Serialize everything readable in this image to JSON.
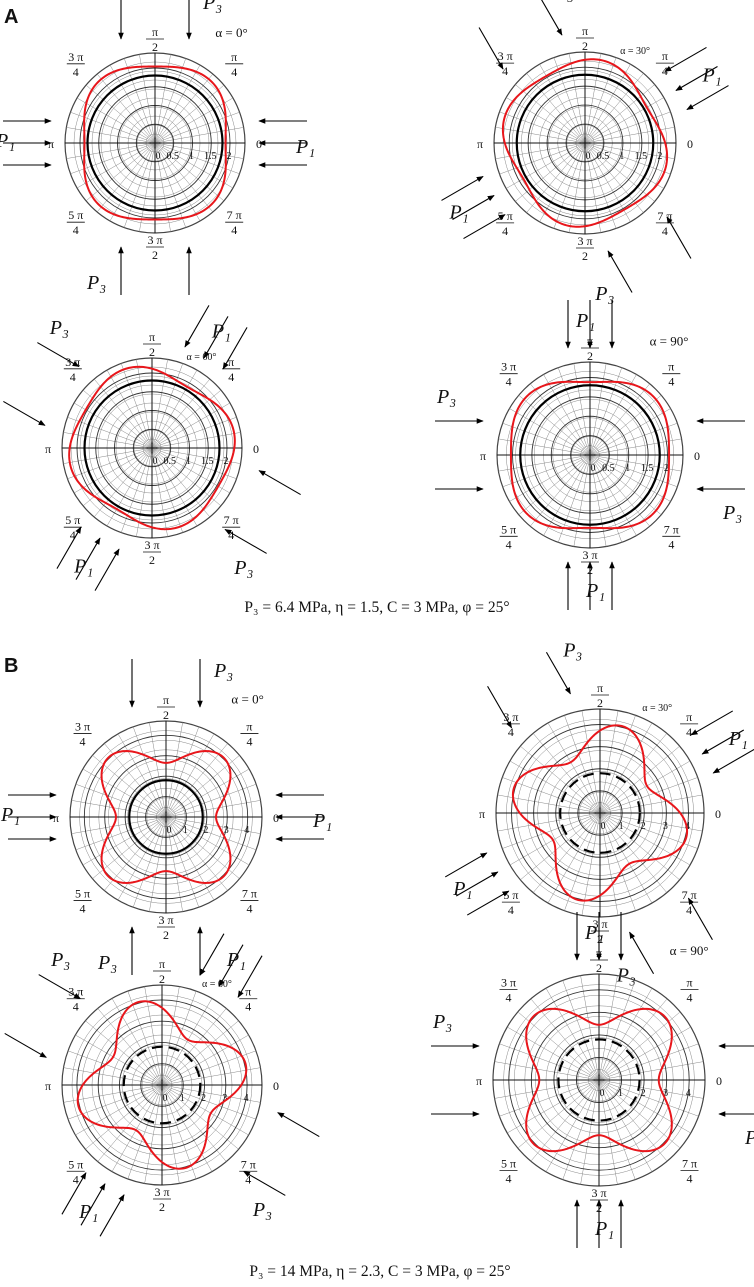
{
  "panels": [
    {
      "letter": "A",
      "caption": "P₃ = 6.4 MPa, η = 1.5, C = 3 MPa, φ = 25°"
    },
    {
      "letter": "B",
      "caption": "P₃ = 14 MPa, η = 2.3, C = 3 MPa, φ = 25°"
    }
  ],
  "angle_labels": [
    {
      "num": "",
      "line": false,
      "den": "0"
    },
    {
      "num": "π",
      "line": true,
      "den": "4"
    },
    {
      "num": "π",
      "line": true,
      "den": "2"
    },
    {
      "num": "3 π",
      "line": true,
      "den": "4"
    },
    {
      "num": "",
      "line": false,
      "den": "π"
    },
    {
      "num": "5 π",
      "line": true,
      "den": "4"
    },
    {
      "num": "3 π",
      "line": true,
      "den": "2"
    },
    {
      "num": "7 π",
      "line": true,
      "den": "4"
    }
  ],
  "load_labels": {
    "lateral": "P₁",
    "axial": "P₃"
  },
  "colors": {
    "plastic_zone": "#e8161b",
    "hole_boundary": "#000000",
    "grid": "#888888"
  },
  "chart_data": [
    {
      "type": "polar",
      "panel": "A",
      "alpha_label": "α = 0°",
      "alpha_deg": 0,
      "radial_ticks": [
        "0",
        "0.5",
        "1",
        "1.5",
        "2"
      ],
      "rmax": 2.4,
      "hole_radius": 1.8,
      "curve": {
        "r_mean": 2.09,
        "amp4": 0.13,
        "amp2": 0.08
      }
    },
    {
      "type": "polar",
      "panel": "A",
      "alpha_label": "α = 30°",
      "alpha_deg": 30,
      "radial_ticks": [
        "0",
        "0.5",
        "1",
        "1.5",
        "2"
      ],
      "rmax": 2.4,
      "hole_radius": 1.8,
      "curve": {
        "r_mean": 2.09,
        "amp4": 0.13,
        "amp2": 0.08
      }
    },
    {
      "type": "polar",
      "panel": "A",
      "alpha_label": "α = 60°",
      "alpha_deg": 60,
      "radial_ticks": [
        "0",
        "0.5",
        "1",
        "1.5",
        "2"
      ],
      "rmax": 2.4,
      "hole_radius": 1.8,
      "curve": {
        "r_mean": 2.09,
        "amp4": 0.13,
        "amp2": 0.08
      }
    },
    {
      "type": "polar",
      "panel": "A",
      "alpha_label": "α = 90°",
      "alpha_deg": 90,
      "radial_ticks": [
        "0",
        "0.5",
        "1",
        "1.5",
        "2"
      ],
      "rmax": 2.4,
      "hole_radius": 1.8,
      "curve": {
        "r_mean": 2.09,
        "amp4": 0.13,
        "amp2": 0.08
      }
    },
    {
      "type": "polar",
      "panel": "B",
      "alpha_label": "α = 0°",
      "alpha_deg": 0,
      "radial_ticks": [
        "0",
        "1",
        "2",
        "3",
        "4"
      ],
      "rmax": 4.7,
      "hole_radius": 1.8,
      "curve": {
        "r_mean": 3.3,
        "amp4": 0.75,
        "amp2": 0.1
      }
    },
    {
      "type": "polar",
      "panel": "B",
      "alpha_label": "α = 30°",
      "alpha_deg": 30,
      "radial_ticks": [
        "0",
        "1",
        "2",
        "3",
        "4"
      ],
      "rmax": 4.7,
      "hole_radius": 1.8,
      "curve": {
        "r_mean": 3.3,
        "amp4": 0.75,
        "amp2": 0.1
      }
    },
    {
      "type": "polar",
      "panel": "B",
      "alpha_label": "α = 60°",
      "alpha_deg": 60,
      "radial_ticks": [
        "0",
        "1",
        "2",
        "3",
        "4"
      ],
      "rmax": 4.7,
      "hole_radius": 1.8,
      "curve": {
        "r_mean": 3.3,
        "amp4": 0.75,
        "amp2": 0.1
      }
    },
    {
      "type": "polar",
      "panel": "B",
      "alpha_label": "α = 90°",
      "alpha_deg": 90,
      "radial_ticks": [
        "0",
        "1",
        "2",
        "3",
        "4"
      ],
      "rmax": 4.7,
      "hole_radius": 1.8,
      "curve": {
        "r_mean": 3.3,
        "amp4": 0.75,
        "amp2": 0.1
      }
    }
  ]
}
